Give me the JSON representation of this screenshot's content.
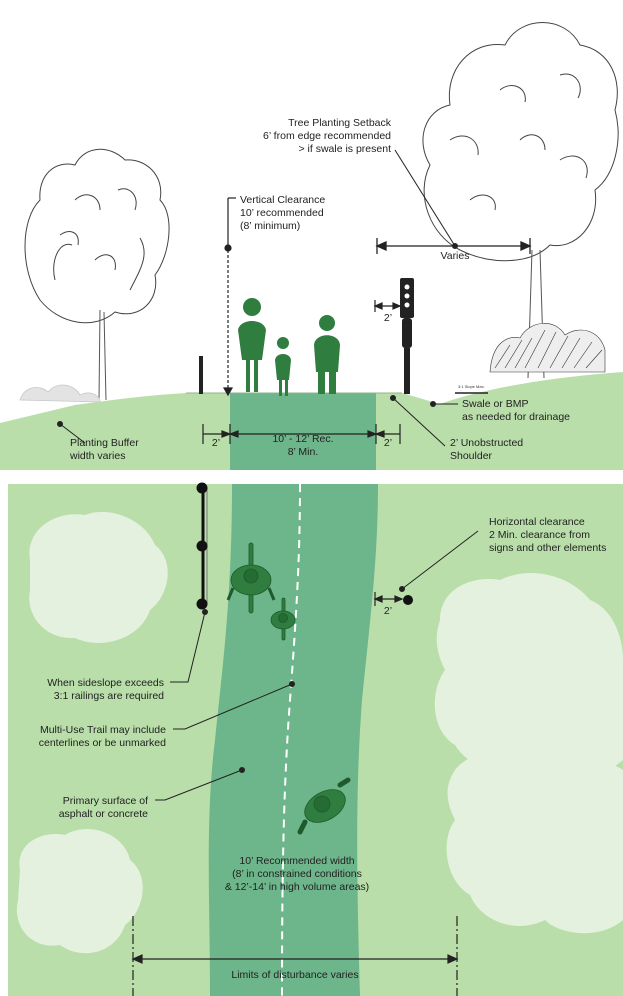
{
  "section": {
    "vertical_clearance": [
      "Vertical Clearance",
      "10’ recommended",
      "(8’ minimum)"
    ],
    "tree_setback": [
      "Tree Planting Setback",
      "6’ from edge recommended",
      "> if swale is present"
    ],
    "varies": "Varies",
    "two_ft": "2’",
    "trail_width": [
      "10’ - 12’ Rec.",
      "8’ Min."
    ],
    "planting_buffer": [
      "Planting Buffer",
      "width varies"
    ],
    "swale": [
      "Swale or BMP",
      "as needed for drainage"
    ],
    "shoulder": [
      "2’ Unobstructed",
      "Shoulder"
    ],
    "slope_note": "3:1 Slope Max."
  },
  "plan": {
    "horizontal_clearance": [
      "Horizontal clearance",
      "2 Min. clearance from",
      "signs and other elements"
    ],
    "two_ft": "2’",
    "sideslope": [
      "When sideslope exceeds",
      "3:1 railings are required"
    ],
    "centerline": [
      "Multi-Use Trail may include",
      "centerlines or be unmarked"
    ],
    "surface": [
      "Primary surface of",
      "asphalt or concrete"
    ],
    "recommended_width": [
      "10’ Recommended width",
      "(8’ in constrained conditions",
      "& 12’-14’ in high volume areas)"
    ],
    "limits": "Limits of disturbance varies"
  },
  "colors": {
    "grass": "#b9deaa",
    "grass_light": "#cfe9c2",
    "trail": "#6db58a",
    "trail_dark": "#5aa779",
    "figure": "#2f7d3f",
    "tree_light": "#e4f1df"
  }
}
